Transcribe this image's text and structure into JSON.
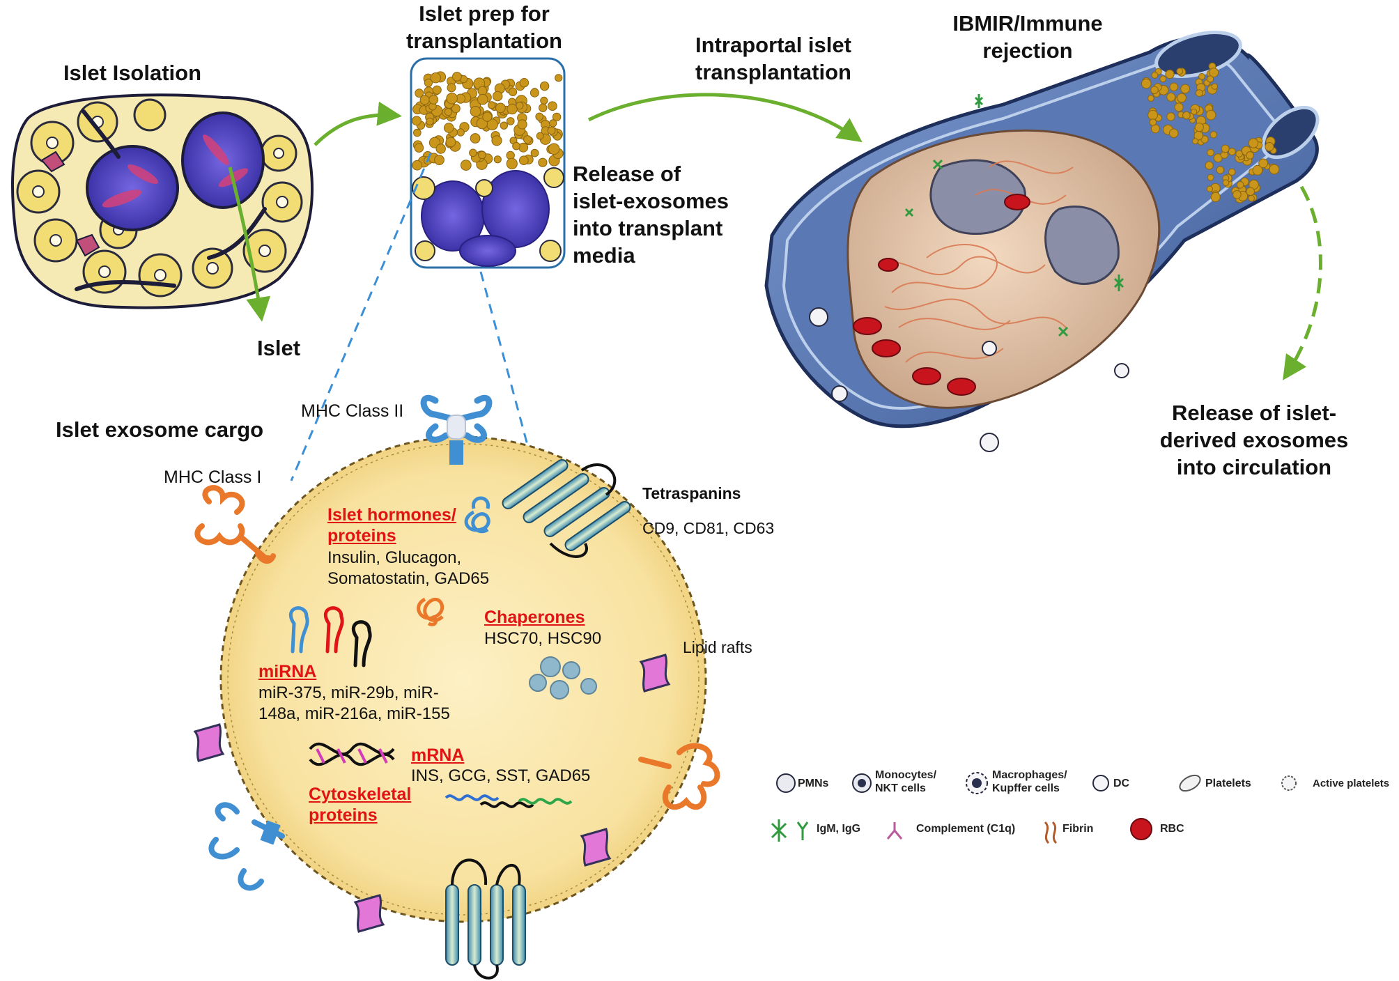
{
  "steps": {
    "isolation": "Islet Isolation",
    "prep": "Islet prep for\ntransplantation",
    "intraportal": "Intraportal islet\ntransplantation",
    "ibmir": "IBMIR/Immune\nrejection",
    "islet": "Islet",
    "release_media": "Release of\nislet-exosomes\ninto transplant\nmedia",
    "release_circulation": "Release of islet-\nderived exosomes\ninto circulation"
  },
  "cargo": {
    "title": "Islet exosome cargo",
    "mhc2": "MHC Class II",
    "mhc1": "MHC Class I",
    "tetraspanins": "Tetraspanins",
    "tetraspanin_list": "CD9, CD81, CD63",
    "lipid_rafts": "Lipid rafts",
    "hormones_title": "Islet hormones/\nproteins",
    "hormones_list": "Insulin, Glucagon,\nSomatostatin, GAD65",
    "chaperones_title": "Chaperones",
    "chaperones_list": "HSC70, HSC90",
    "mirna_title": "miRNA",
    "mirna_list": "miR-375,  miR-29b,  miR-\n148a,  miR-216a,  miR-155",
    "mrna_title": "mRNA",
    "mrna_list": "INS, GCG, SST, GAD65",
    "cyto_title": "Cytoskeletal\nproteins"
  },
  "legend": {
    "pmn": "PMNs",
    "mono": "Monocytes/\nNKT cells",
    "macro": "Macrophages/\nKupffer cells",
    "dc": "DC",
    "platelets": "Platelets",
    "active": "Active platelets",
    "igm": "IgM, IgG",
    "complement": "Complement (C1q)",
    "fibrin": "Fibrin",
    "rbc": "RBC"
  },
  "colors": {
    "arrow_green": "#6aaf2e",
    "dashed_blue": "#3b8fd6",
    "label_red": "#e01414",
    "vesicle_fill": "#fbe9b0",
    "islet_purple": "#5a4fc8",
    "exosome_gold": "#c9961b",
    "vessel_blue": "#4a6ca8"
  }
}
